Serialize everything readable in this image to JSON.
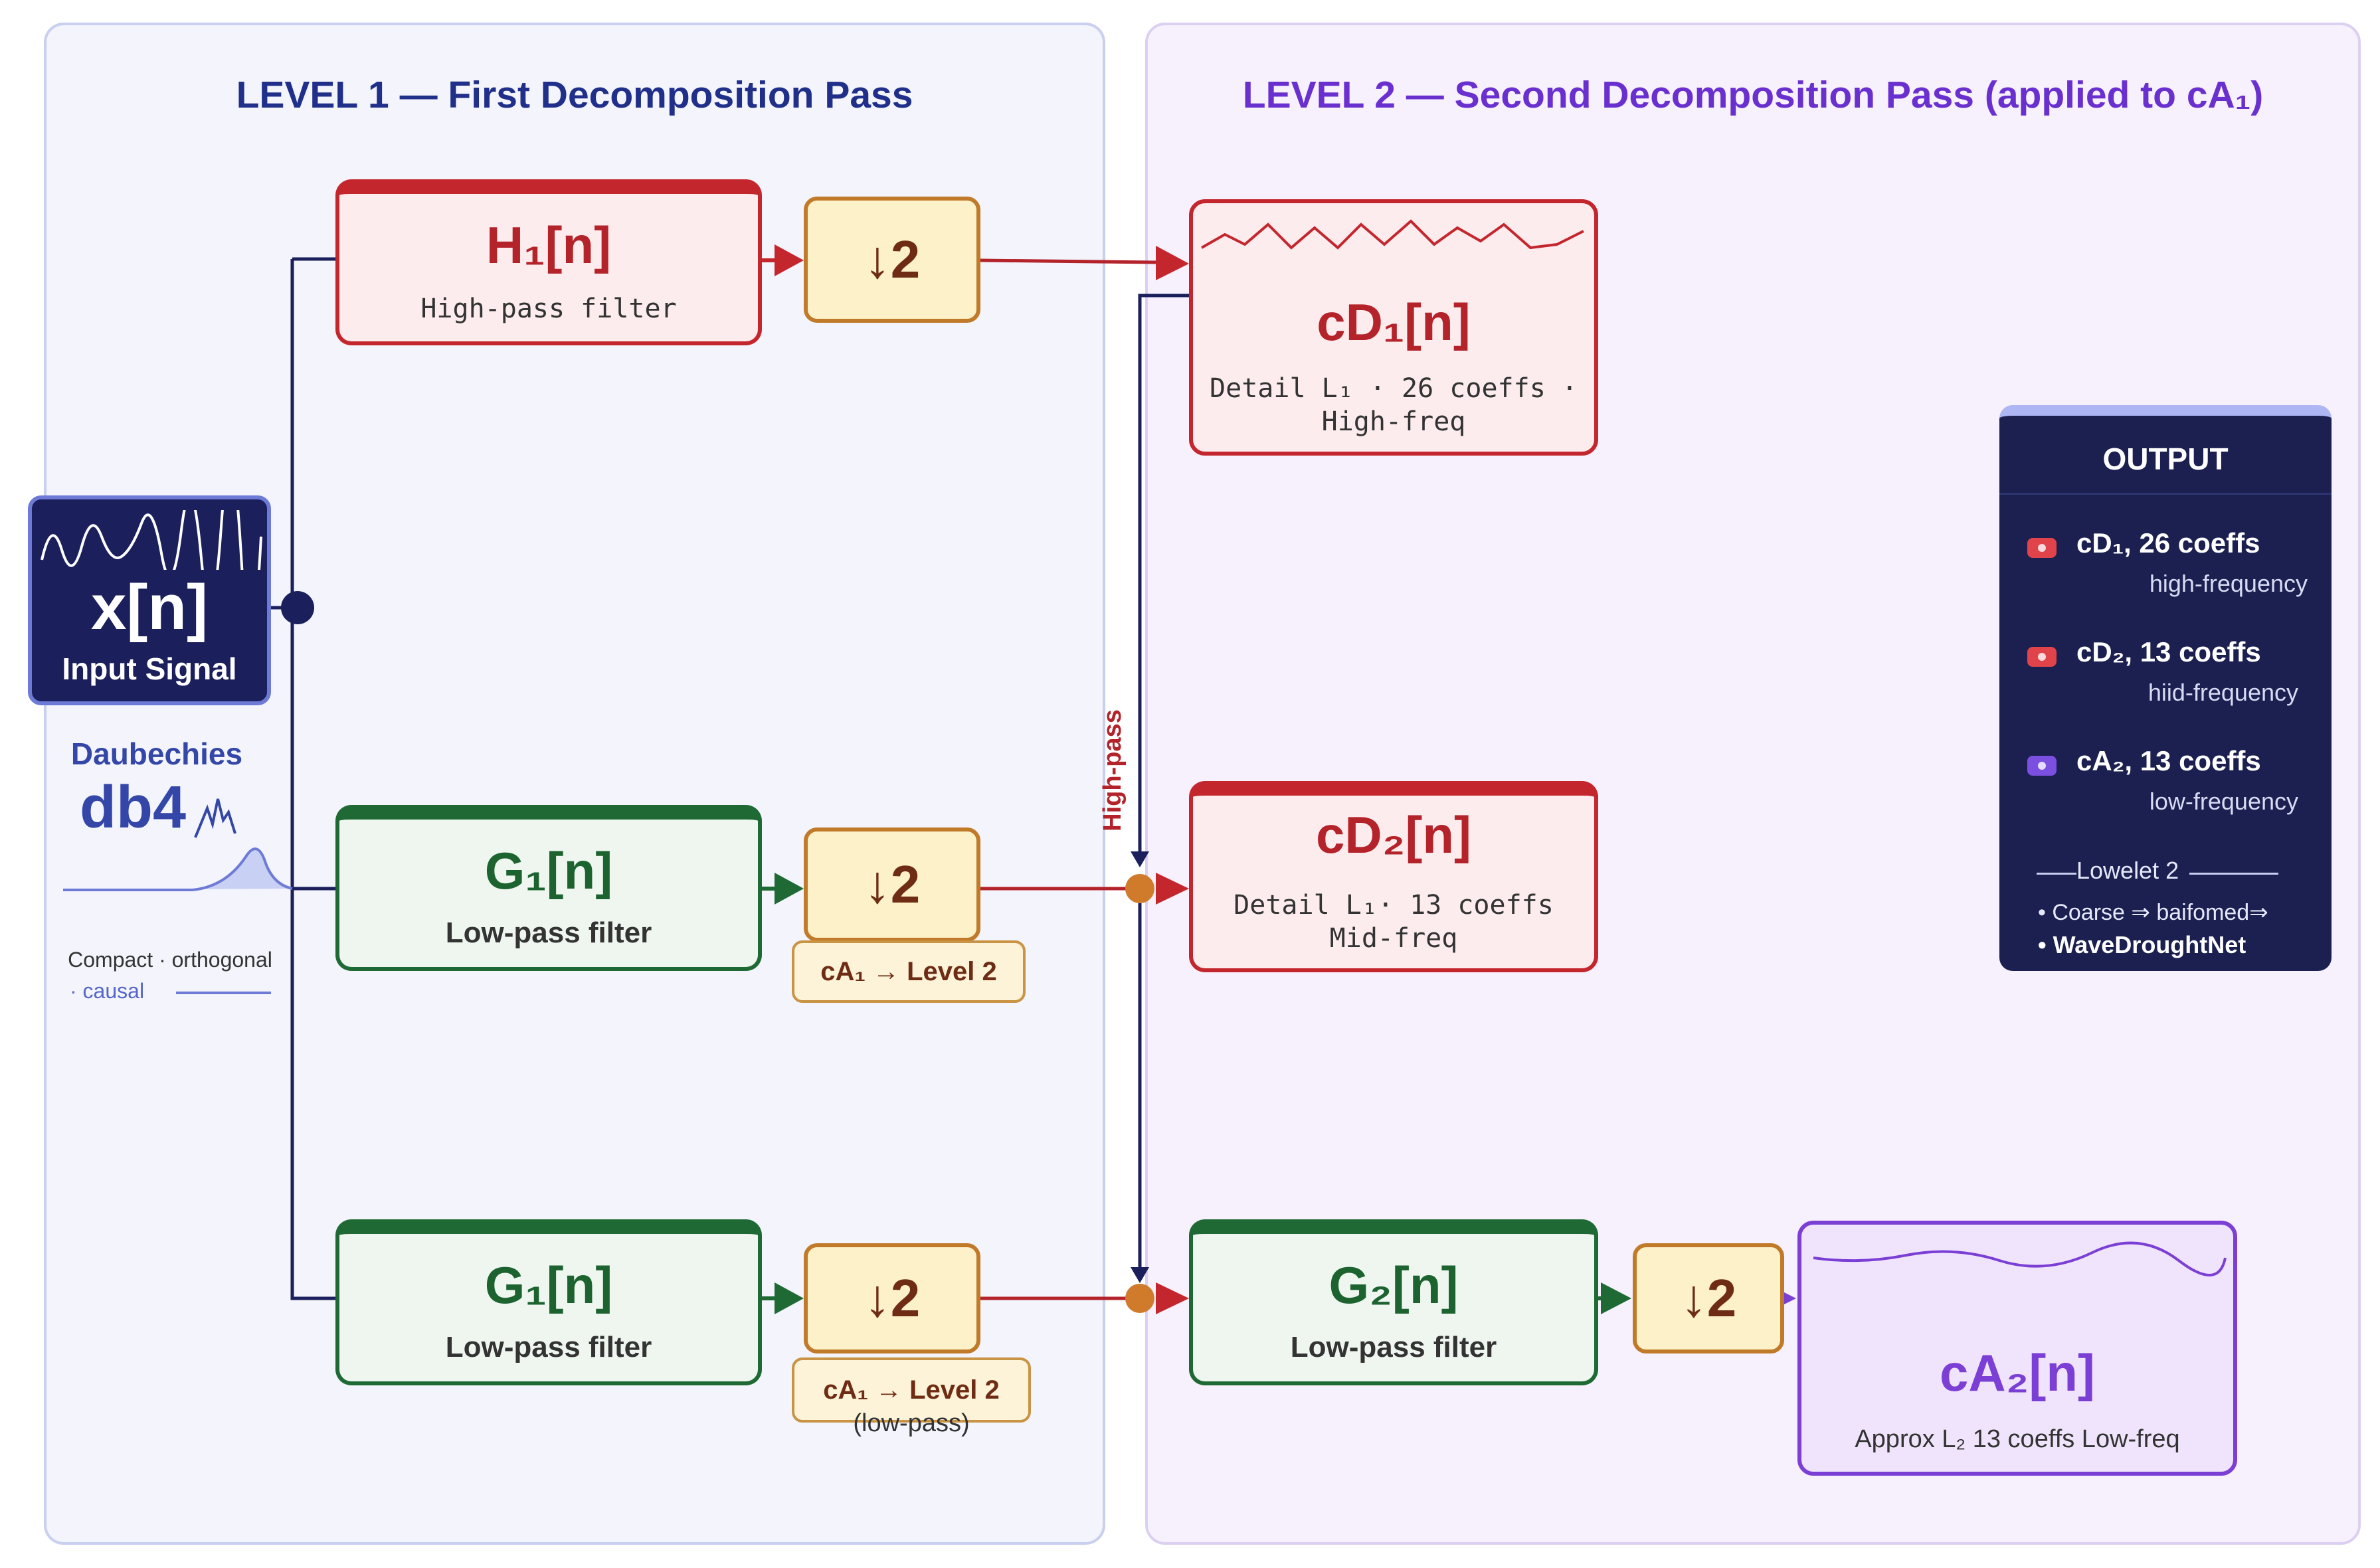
{
  "level1": {
    "title": "LEVEL 1 — First Decomposition Pass"
  },
  "level2": {
    "title": "LEVEL 2 — Second Decomposition Pass (applied to cA₁)"
  },
  "input": {
    "symbol": "x[n]",
    "label": "Input Signal"
  },
  "wavelet": {
    "family": "Daubechies",
    "name": "db4",
    "note1": "Compact · orthogonal",
    "note2": "· causal"
  },
  "filters": {
    "h1": {
      "title": "H₁[n]",
      "sub": "High-pass filter"
    },
    "g1a": {
      "title": "G₁[n]",
      "sub": "Low-pass filter"
    },
    "g1b": {
      "title": "G₁[n]",
      "sub": "Low-pass filter"
    },
    "g2": {
      "title": "G₂[n]",
      "sub": "Low-pass filter"
    }
  },
  "downsample": {
    "label": "↓2"
  },
  "tags": {
    "ca1_a": "cA₁ → Level 2",
    "ca1_b": "cA₁ → Level 2",
    "ca1_b_note": "(low-pass)"
  },
  "vertical_label": "High-pass",
  "outputs_boxes": {
    "cd1": {
      "title": "cD₁[n]",
      "line1": "Detail L₁ · 26 coeffs ·",
      "line2": "High-freq"
    },
    "cd2": {
      "title": "cD₂[n]",
      "line1": "Detail L₁· 13 coeffs",
      "line2": "Mid-freq"
    },
    "ca2": {
      "title": "cA₂[n]",
      "line1": "Approx L₂  13 coeffs  Low-freq"
    }
  },
  "output_panel": {
    "title": "OUTPUT",
    "items": [
      {
        "label": "cD₁, 26 coeffs",
        "sub": "high-frequency",
        "color": "#e0444a"
      },
      {
        "label": "cD₂, 13 coeffs",
        "sub": "hiid-frequency",
        "color": "#e0444a"
      },
      {
        "label": "cA₂, 13 coeffs",
        "sub": "low-frequency",
        "color": "#7b4fe0"
      }
    ],
    "divider": "Lowelet 2",
    "notes": [
      "Coarse ⇒ baifomed⇒",
      "WaveDroughtNet"
    ]
  },
  "colors": {
    "red": "#c4262d",
    "green": "#1f6a34",
    "purple": "#7b3fd6",
    "navy": "#1b1f5c",
    "orange": "#c17a29"
  }
}
